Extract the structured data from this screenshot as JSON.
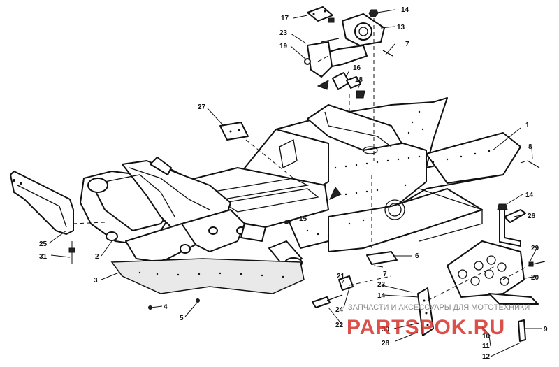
{
  "callouts": {
    "c1": "1",
    "c2": "2",
    "c3": "3",
    "c4": "4",
    "c5": "5",
    "c6": "6",
    "c7a": "7",
    "c7b": "7",
    "c8": "8",
    "c9": "9",
    "c10": "10",
    "c11": "11",
    "c12": "12",
    "c13": "13",
    "c14a": "14",
    "c14b": "14",
    "c14c": "14",
    "c15": "15",
    "c16": "16",
    "c17": "17",
    "c18": "18",
    "c19": "19",
    "c20": "20",
    "c21": "21",
    "c22": "22",
    "c23a": "23",
    "c23b": "23",
    "c24": "24",
    "c25": "25",
    "c26": "26",
    "c27": "27",
    "c28": "28",
    "c29": "29",
    "c30": "30",
    "c31": "31"
  },
  "watermark": {
    "line1": "ЗАПЧАСТИ И АКСЕССУАРЫ ДЛЯ МОТОТЕХНИКИ",
    "line2": "PARTSPOK.RU"
  }
}
